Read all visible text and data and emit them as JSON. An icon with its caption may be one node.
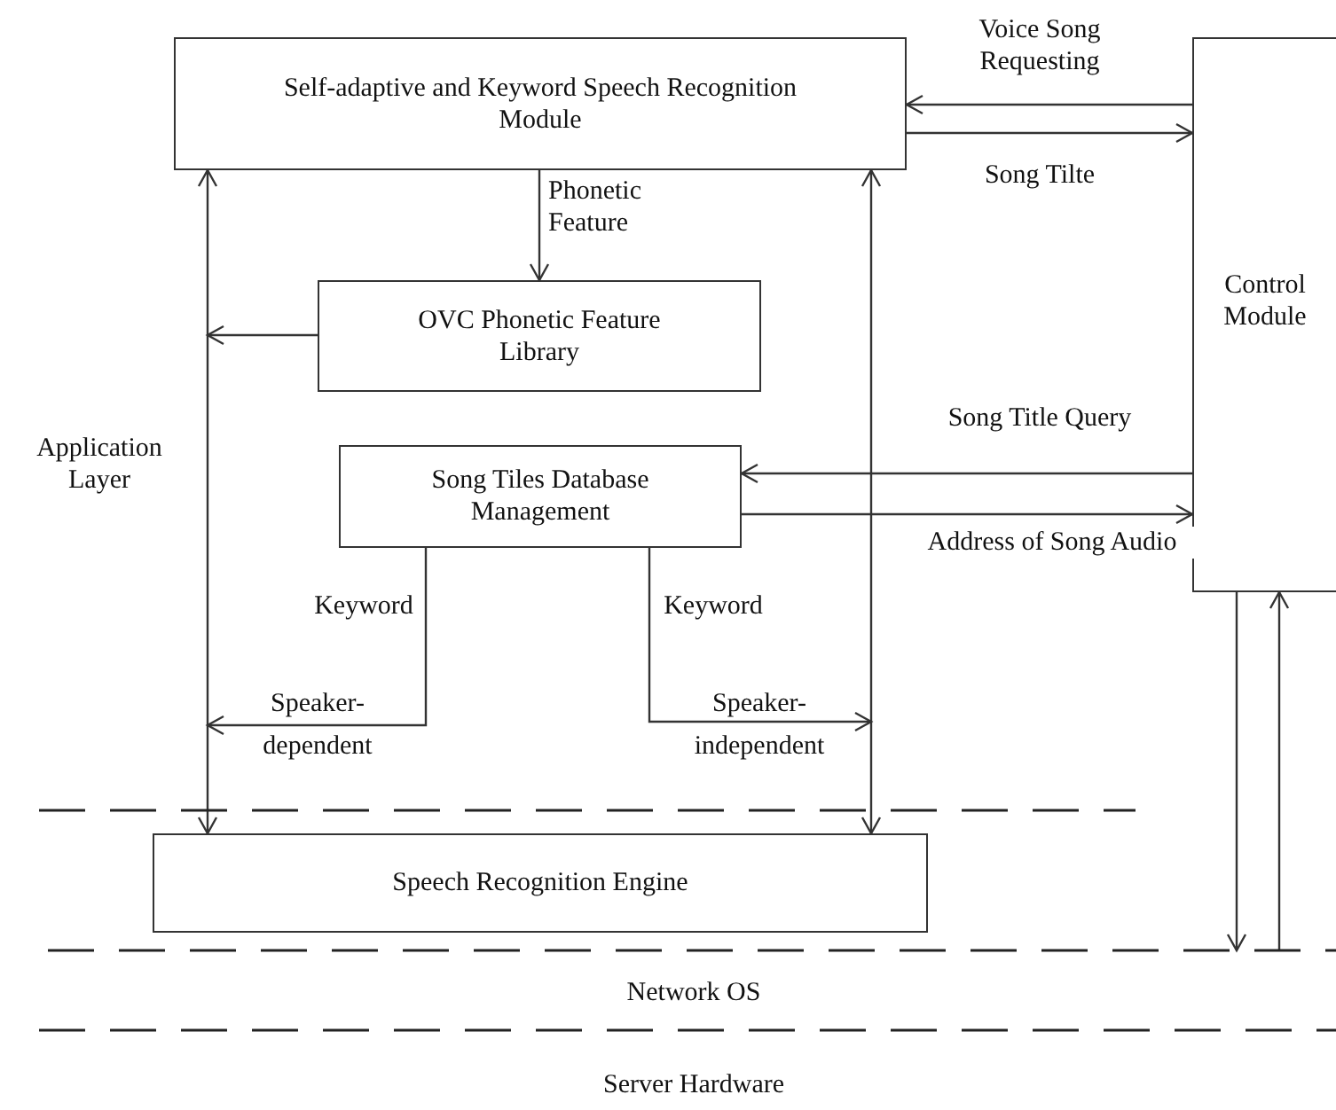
{
  "diagram": {
    "nodes": [
      {
        "text": [
          "Self-adaptive and Keyword Speech Recognition Module"
        ]
      },
      {
        "text": [
          "Control Module"
        ]
      },
      {
        "text": [
          "OVC Phonetic Feature Library"
        ]
      },
      {
        "text": [
          "Song Tiles Database Management"
        ]
      },
      {
        "text": [
          "Speech Recognition Engine"
        ]
      }
    ],
    "edges": [
      {
        "from": 1,
        "to": 0,
        "arrow": "to",
        "label": "Voice Song Requesting"
      },
      {
        "from": 0,
        "to": 1,
        "arrow": "to",
        "label": "Song Tilte"
      },
      {
        "from": 0,
        "to": 2,
        "arrow": "to",
        "label": "Phonetic Feature"
      },
      {
        "from": 2,
        "to": null,
        "arrow": "to"
      },
      {
        "from": 4,
        "to": 0,
        "arrow": "both"
      },
      {
        "from": 4,
        "to": 0,
        "arrow": "both"
      },
      {
        "from": 1,
        "to": 3,
        "arrow": "to",
        "label": "Song Title Query"
      },
      {
        "from": 3,
        "to": 1,
        "arrow": "to",
        "label": "Address of Song Audio"
      },
      {
        "from": 3,
        "to": null,
        "arrow": "to",
        "label": "Keyword"
      },
      {
        "from": 3,
        "to": null,
        "arrow": "to",
        "label": "Keyword"
      },
      {
        "from": 1,
        "to": null,
        "arrow": "to"
      },
      {
        "from": null,
        "to": 1,
        "arrow": "to"
      }
    ],
    "labels": [
      "Application Layer",
      "Speaker- dependent",
      "Speaker- independent",
      "Network OS",
      "Server Hardware"
    ]
  }
}
